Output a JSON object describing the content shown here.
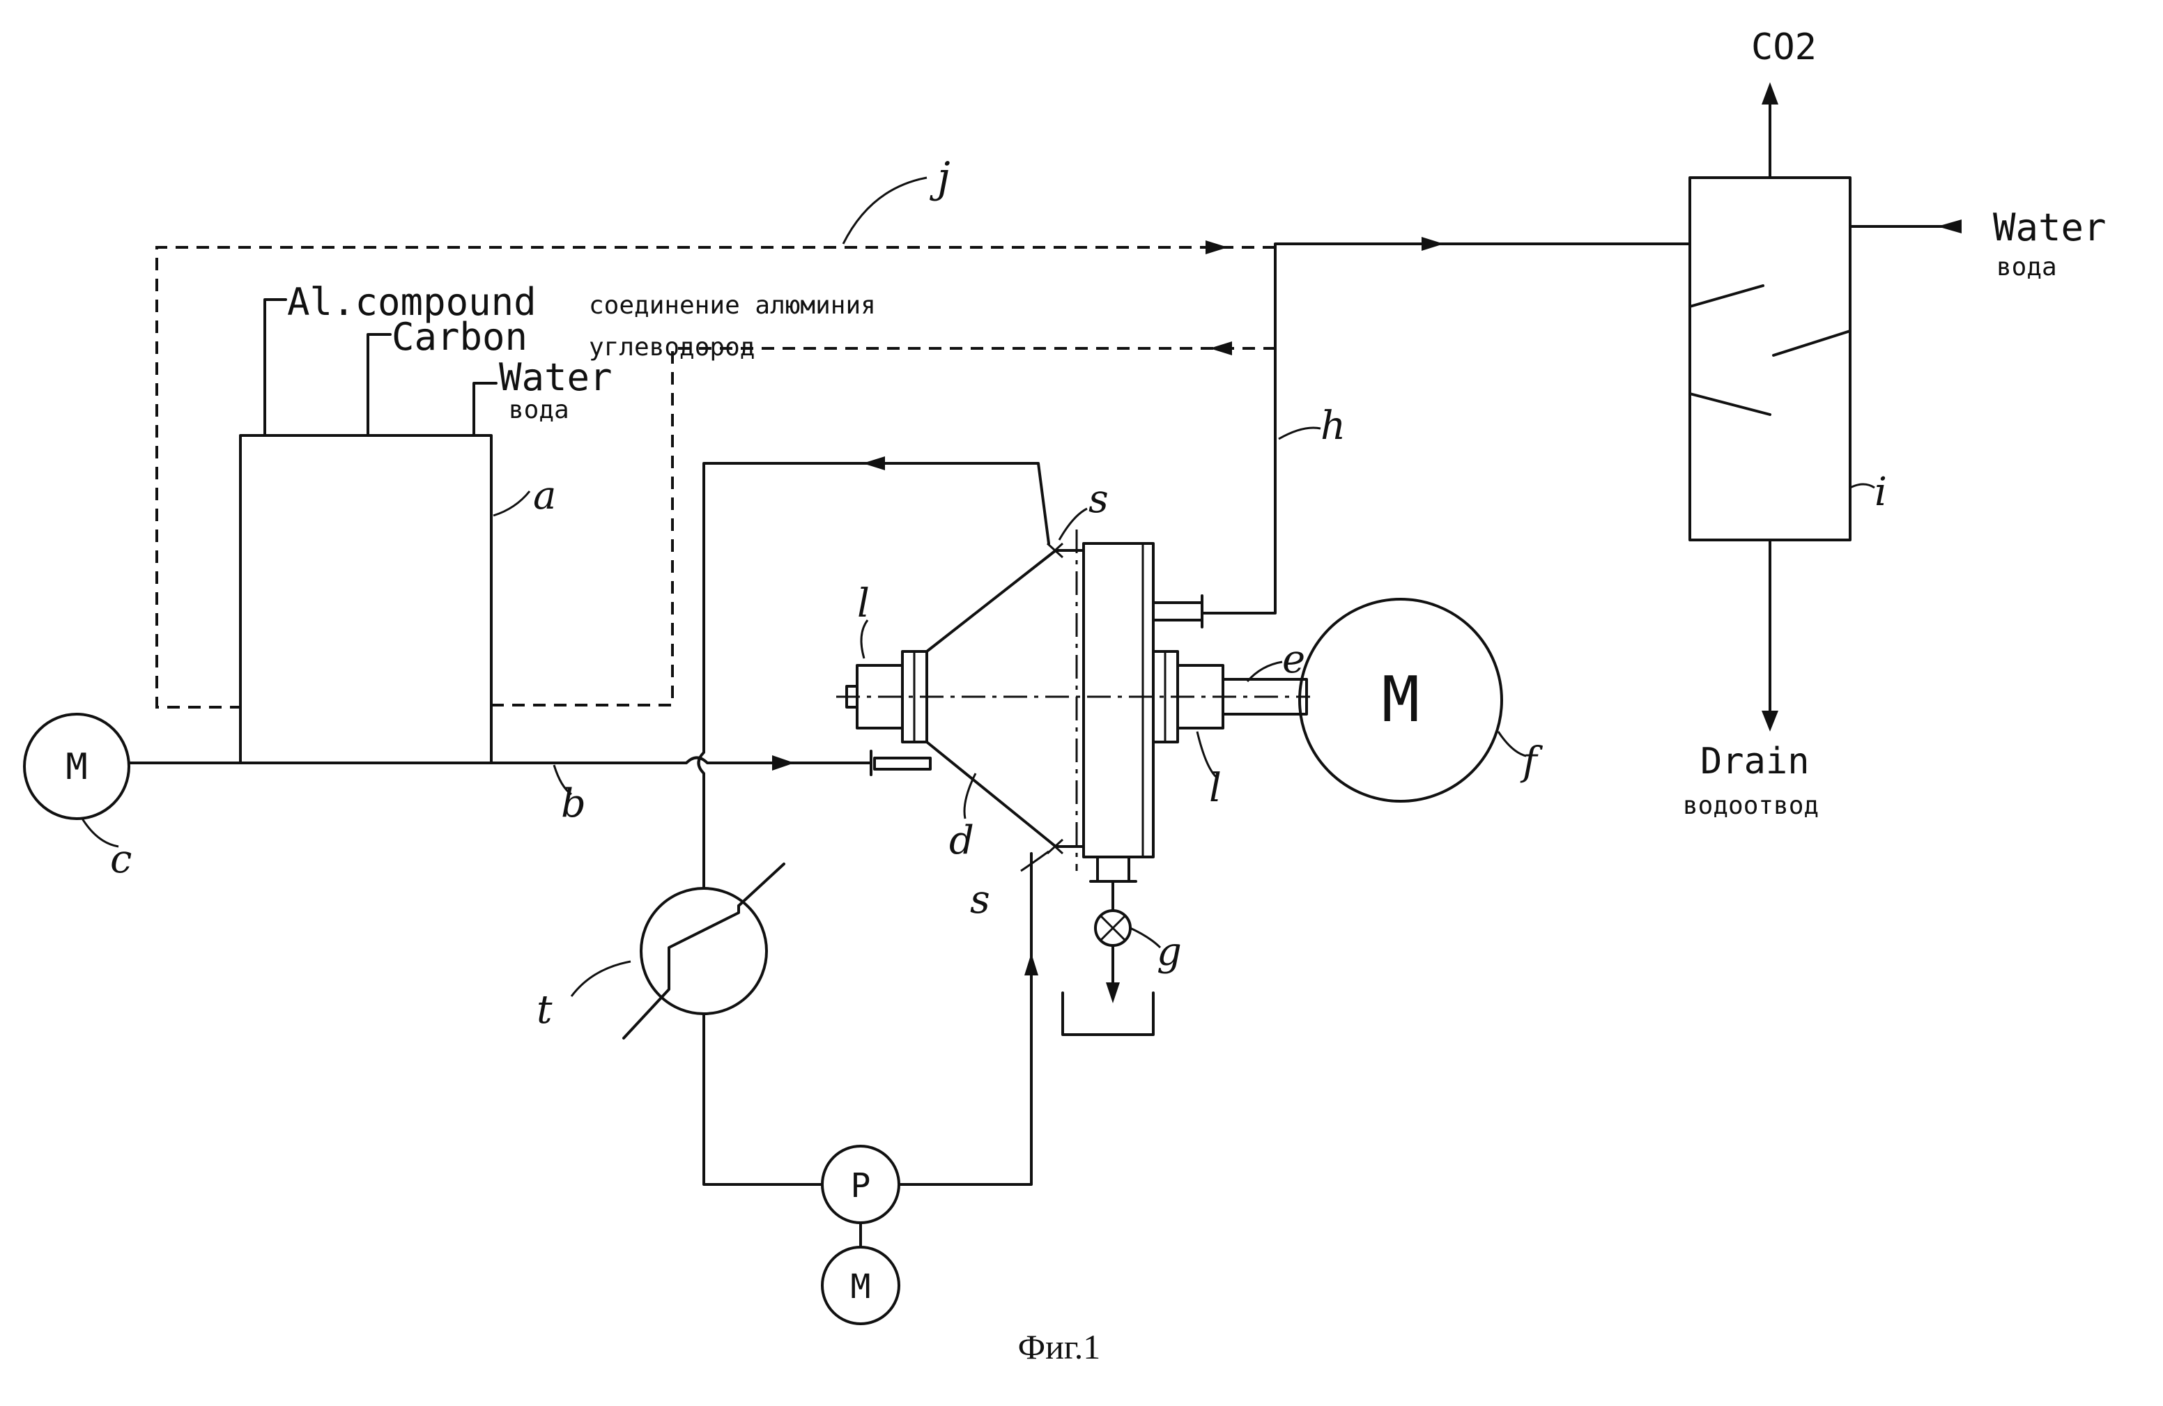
{
  "figure": {
    "caption": "Фиг.1"
  },
  "feed": {
    "al_compound": "Al.compound",
    "al_compound_ru": "соединение алюминия",
    "carbon": "Carbon",
    "carbon_ru": "углеводород",
    "water": "Water",
    "water_ru": "вода"
  },
  "outputs": {
    "co2": "CO2",
    "water_in": "Water",
    "water_in_ru": "вода",
    "drain": "Drain",
    "drain_ru": "водоотвод"
  },
  "equipment": {
    "motor_left": "M",
    "motor_right": "M",
    "motor_pump": "M",
    "pump": "P"
  },
  "ref_letters": {
    "a": "a",
    "b": "b",
    "c": "c",
    "d": "d",
    "e": "e",
    "f": "f",
    "g": "g",
    "h": "h",
    "i": "i",
    "j": "j",
    "l_top": "l",
    "l_bottom": "l",
    "s_top": "s",
    "s_bottom": "s",
    "t": "t"
  }
}
